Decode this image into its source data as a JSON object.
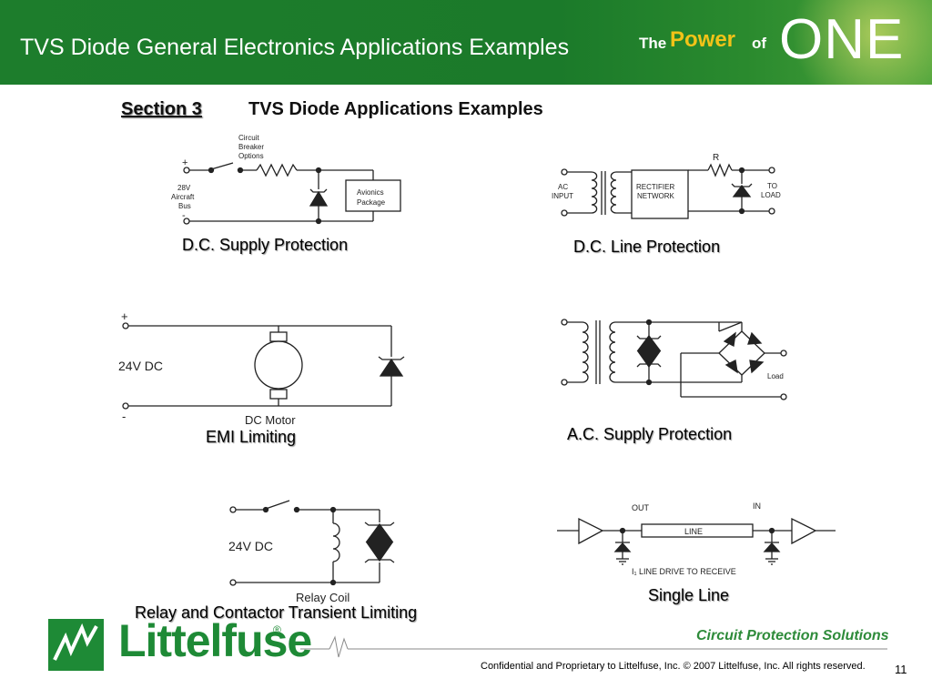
{
  "header": {
    "title": "TVS Diode General Electronics Applications Examples",
    "brand_the": "The",
    "brand_power": "Power",
    "brand_of": "of",
    "brand_one": "ONE"
  },
  "section": {
    "label": "Section 3",
    "title": "TVS Diode Applications Examples"
  },
  "diagrams": {
    "dc_supply": {
      "caption": "D.C. Supply Protection",
      "plus": "+",
      "minus": "-",
      "breaker_1": "Circuit",
      "breaker_2": "Breaker",
      "breaker_3": "Options",
      "bus_1": "28V",
      "bus_2": "Aircraft",
      "bus_3": "Bus",
      "pkg_1": "Avionics",
      "pkg_2": "Package"
    },
    "dc_line": {
      "caption": "D.C. Line Protection",
      "ac_1": "AC",
      "ac_2": "INPUT",
      "rect_1": "RECTIFIER",
      "rect_2": "NETWORK",
      "r": "R",
      "to_1": "TO",
      "to_2": "LOAD"
    },
    "emi": {
      "caption": "EMI Limiting",
      "plus": "+",
      "minus": "-",
      "voltage": "24V DC",
      "motor": "DC Motor"
    },
    "ac_supply": {
      "caption": "A.C. Supply Protection",
      "load": "Load"
    },
    "relay": {
      "caption": "Relay and Contactor Transient Limiting",
      "voltage": "24V DC",
      "coil": "Relay Coil"
    },
    "single_line": {
      "caption": "Single Line",
      "out": "OUT",
      "in": "IN",
      "line": "LINE",
      "drive": "I₁ LINE DRIVE TO RECEIVE"
    }
  },
  "footer": {
    "company_tagline": "Circuit Protection Solutions",
    "logo": "Littelfuse",
    "reg_mark": "®",
    "confidential": "Confidential and Proprietary to Littelfuse, Inc.  © 2007 Littelfuse, Inc.  All rights reserved.",
    "page": "11"
  },
  "colors": {
    "header_green": "#1d7d2c",
    "brand_gold": "#f2c318",
    "logo_green": "#1e8a36"
  }
}
